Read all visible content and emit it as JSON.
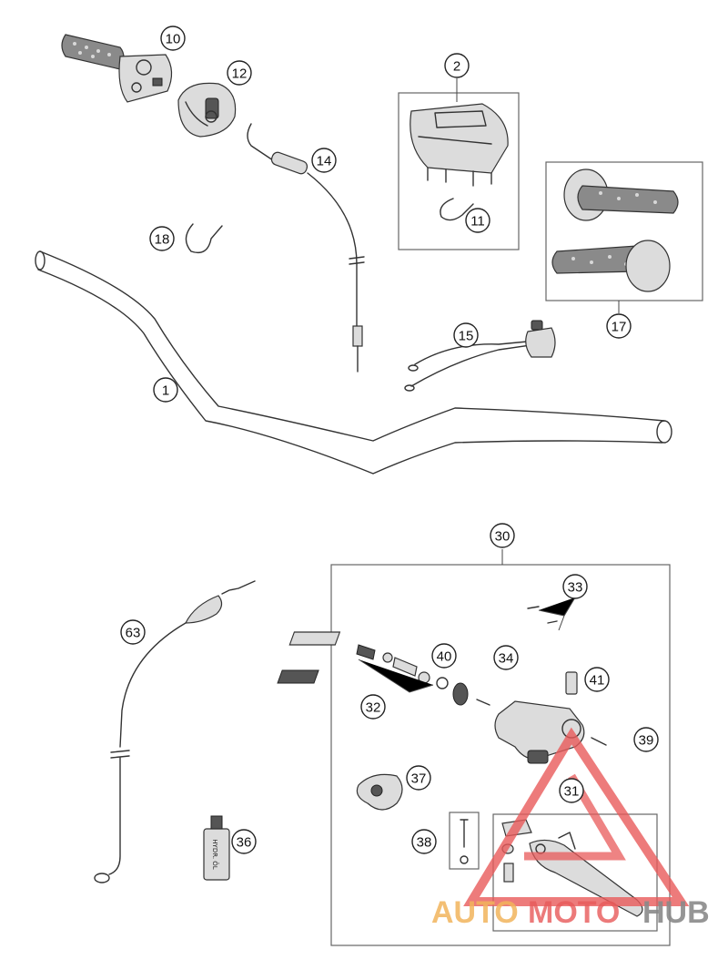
{
  "callouts": {
    "c10": "10",
    "c12": "12",
    "c2": "2",
    "c14": "14",
    "c11": "11",
    "c18": "18",
    "c17": "17",
    "c15": "15",
    "c1": "1",
    "c30": "30",
    "c33": "33",
    "c63": "63",
    "c40": "40",
    "c34": "34",
    "c41": "41",
    "c32": "32",
    "c39": "39",
    "c37": "37",
    "c31": "31",
    "c38": "38",
    "c36": "36"
  },
  "bottle_label": "HYDR. ÖL",
  "watermark": {
    "auto": "AUTO",
    "moto": "MOTO",
    "hub": "HUB"
  },
  "colors": {
    "watermark_orange": "#f2b45c",
    "watermark_red": "#e85a5a",
    "watermark_gray": "#8a8a8a"
  }
}
